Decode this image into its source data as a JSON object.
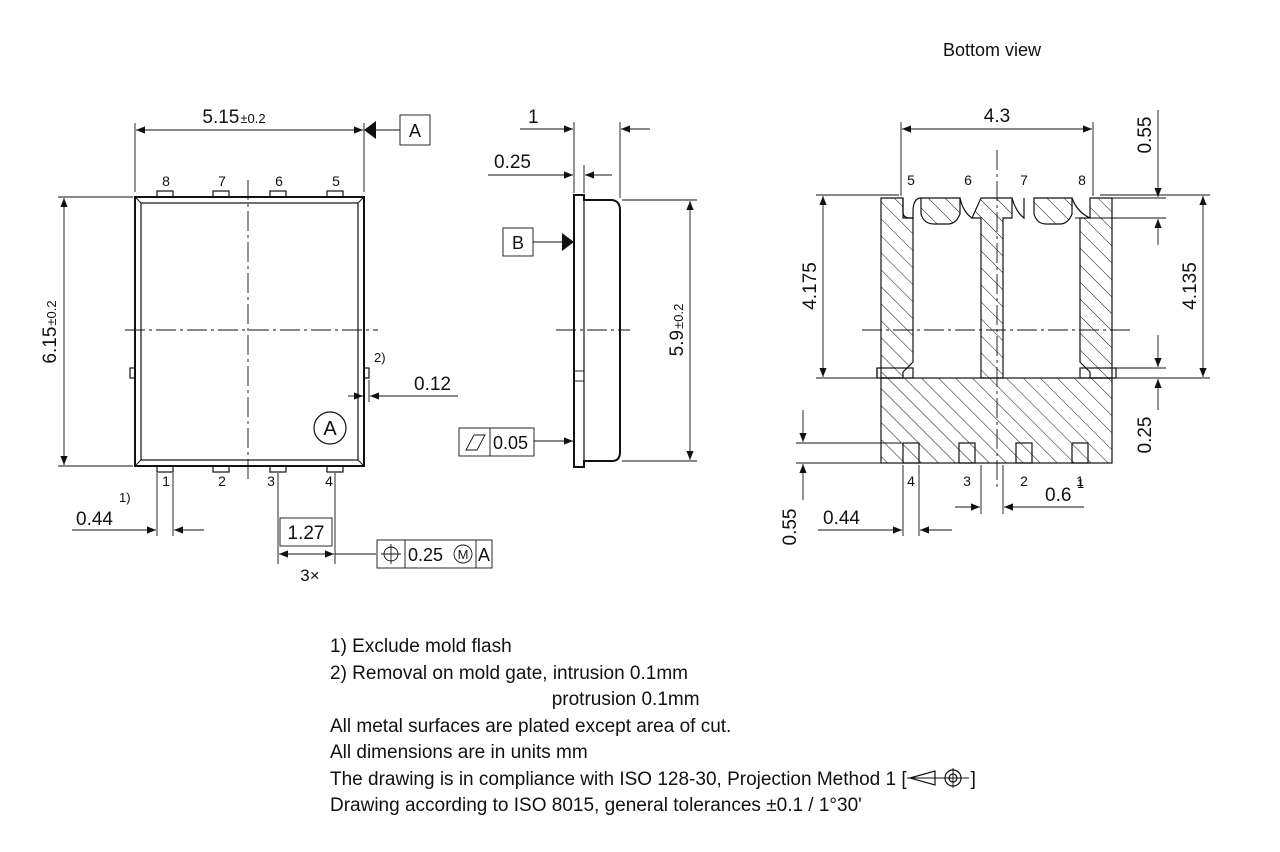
{
  "title": "Bottom view",
  "top_view": {
    "width_dim": "5.15",
    "width_tol": "±0.2",
    "datum_a": "A",
    "height_dim": "6.15",
    "height_tol": "±0.2",
    "pins_top": [
      "8",
      "7",
      "6",
      "5"
    ],
    "pins_bottom": [
      "1",
      "2",
      "3",
      "4"
    ],
    "note2_ref": "2)",
    "gate_dim": "0.12",
    "marker": "A",
    "pin_width": "0.44",
    "pin_width_note": "1)",
    "pitch": "1.27",
    "pitch_count": "3×",
    "fcf_tol": "0.25",
    "fcf_mod": "M",
    "fcf_datum": "A"
  },
  "side_view": {
    "thickness": "1",
    "standoff": "0.25",
    "datum_b": "B",
    "length_dim": "5.9",
    "length_tol": "±0.2",
    "flatness": "0.05"
  },
  "bottom_view": {
    "width_dim": "4.3",
    "top_gap": "0.55",
    "pins_top": [
      "5",
      "6",
      "7",
      "8"
    ],
    "pad_height_left": "4.175",
    "pad_height_right": "4.135",
    "bottom_gap": "0.25",
    "pins_bottom": [
      "4",
      "3",
      "2",
      "1"
    ],
    "lead_length": "0.55",
    "lead_width": "0.44",
    "slot_dim": "0.6",
    "slot_note": "1"
  },
  "notes": [
    "1) Exclude mold flash",
    "2) Removal on mold gate, intrusion 0.1mm",
    "                                          protrusion 0.1mm",
    "All metal surfaces are plated except area of cut.",
    "All dimensions are in units mm",
    "The drawing is in compliance with ISO 128-30, Projection Method 1 [",
    "Drawing according to ISO 8015, general tolerances ±0.1 / 1°30'"
  ],
  "projection_close": "]"
}
